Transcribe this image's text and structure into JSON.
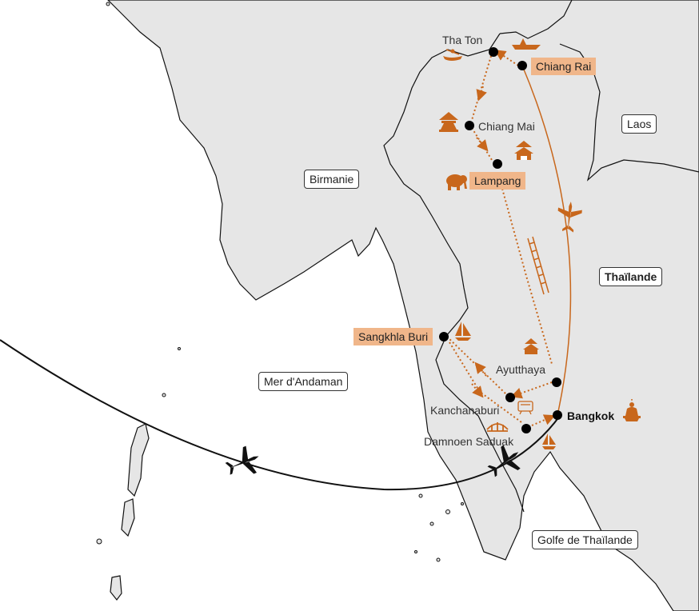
{
  "colors": {
    "land": "#e6e6e6",
    "border": "#111111",
    "route": "#c8671c",
    "highlight": "#f0b68a",
    "flight_path": "#111111"
  },
  "regions": {
    "birmanie": "Birmanie",
    "laos": "Laos",
    "thailande": "Thaïlande",
    "mer_andaman": "Mer d'Andaman",
    "golfe": "Golfe de Thaïlande"
  },
  "cities": {
    "tha_ton": "Tha Ton",
    "chiang_rai": "Chiang Rai",
    "chiang_mai": "Chiang Mai",
    "lampang": "Lampang",
    "sangkhla_buri": "Sangkhla Buri",
    "ayutthaya": "Ayutthaya",
    "kanchanaburi": "Kanchanaburi",
    "damnoen_saduak": "Damnoen Saduak",
    "bangkok": "Bangkok"
  },
  "icons": [
    "plane-icon",
    "boat-icon",
    "temple-icon",
    "elephant-icon",
    "train-icon",
    "sailboat-icon",
    "pagoda-icon",
    "buddha-icon",
    "bridge-icon",
    "rafting-icon"
  ]
}
